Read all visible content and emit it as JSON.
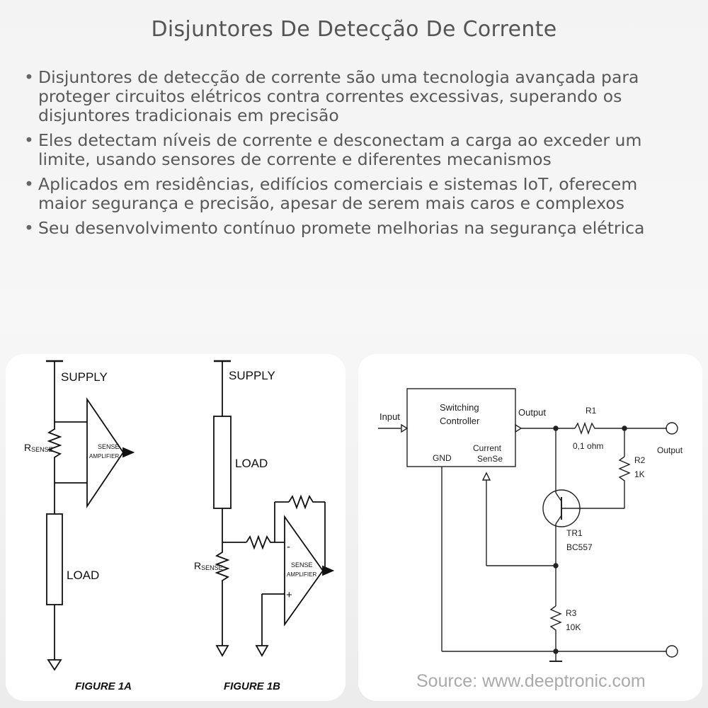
{
  "title": "Disjuntores De Detecção De Corrente",
  "bullets": [
    "Disjuntores de detecção de corrente são uma tecnologia avançada para proteger circuitos elétricos contra correntes excessivas, superando os disjuntores tradicionais em precisão",
    "Eles detectam níveis de corrente e desconectam a carga ao exceder um limite, usando sensores de corrente e diferentes mecanismos",
    "Aplicados em residências, edifícios comerciais e sistemas IoT, oferecem maior segurança e precisão, apesar de serem mais caros e complexos",
    "Seu desenvolvimento contínuo promete melhorias na segurança elétrica"
  ],
  "fig1a": {
    "supply": "SUPPLY",
    "r_main": "R",
    "r_sub": "SENSE",
    "amp_line1": "SENSE",
    "amp_line2": "AMPLIFIER",
    "load": "LOAD",
    "caption": "FIGURE 1A"
  },
  "fig1b": {
    "supply": "SUPPLY",
    "load": "LOAD",
    "r_main": "R",
    "r_sub": "SENSE",
    "amp_line1": "SENSE",
    "amp_line2": "AMPLIFIER",
    "minus": "-",
    "plus": "+",
    "caption": "FIGURE 1B"
  },
  "circuit": {
    "input": "Input",
    "controller_line1": "Switching",
    "controller_line2": "Controller",
    "output_pin": "Output",
    "gnd": "GND",
    "current_line1": "Current",
    "current_line2": "SenSe",
    "r1_name": "R1",
    "r1_value": "0,1 ohm",
    "output_terminal": "Output",
    "r2_name": "R2",
    "r2_value": "1K",
    "tr1_name": "TR1",
    "tr1_value": "BC557",
    "r3_name": "R3",
    "r3_value": "10K",
    "source": "Source: www.deeptronic.com"
  }
}
